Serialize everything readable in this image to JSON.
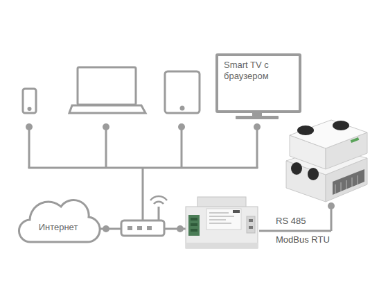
{
  "diagram": {
    "nodes": [
      {
        "text": [
          "Smart TV с браузером"
        ]
      },
      {
        "text": [
          "Интернет"
        ]
      }
    ],
    "labels": [
      "RS 485",
      "ModBus RTU"
    ]
  }
}
